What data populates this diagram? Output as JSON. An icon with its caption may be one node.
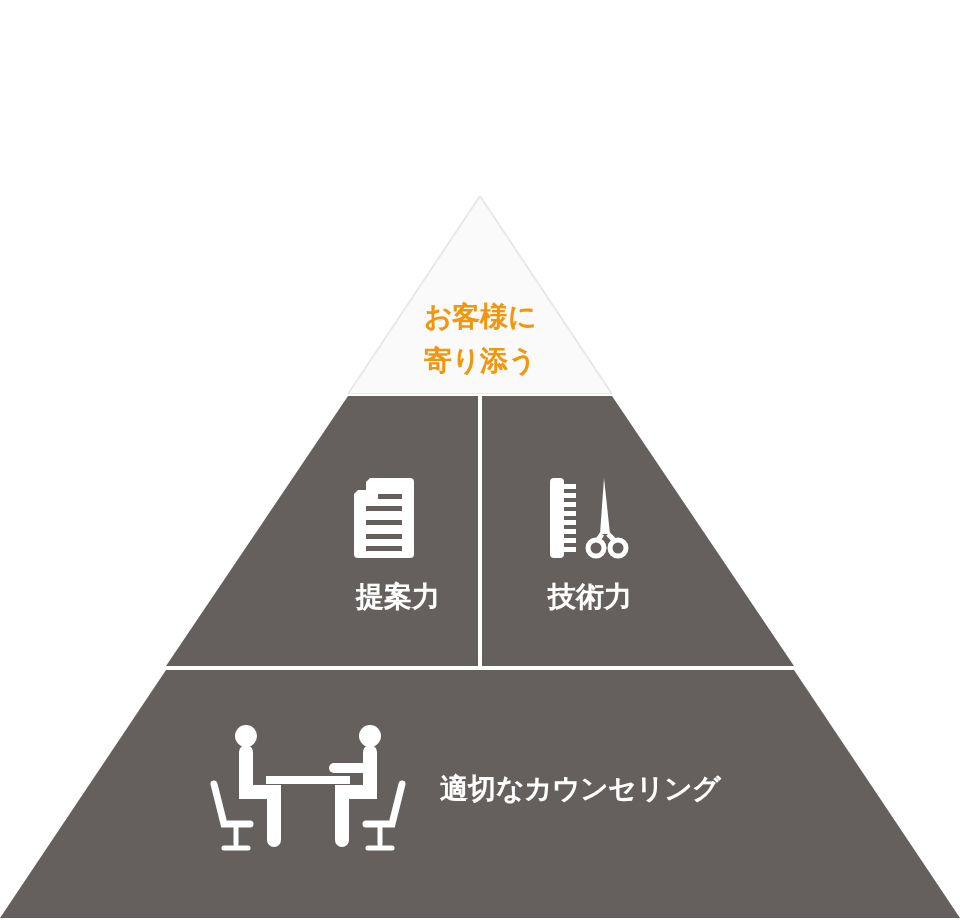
{
  "diagram": {
    "nodes": [
      {
        "text": [
          "お客様に寄り添う"
        ]
      },
      {
        "text": [
          "提案力"
        ]
      },
      {
        "text": [
          "技術力"
        ]
      },
      {
        "text": [
          "適切なカウンセリング"
        ]
      }
    ]
  }
}
